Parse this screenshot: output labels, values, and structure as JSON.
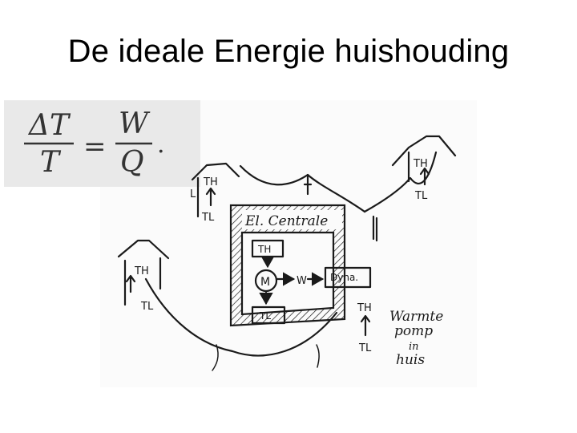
{
  "slide": {
    "title": "De ideale Energie huishouding"
  },
  "formula": {
    "num_left": "ΔT",
    "den_left": "T",
    "equals": "=",
    "num_right": "W",
    "den_right": "Q",
    "period": "."
  },
  "labels": {
    "plant": "El. Centrale",
    "th": "TH",
    "tl": "TL",
    "motor": "M",
    "work": "W",
    "dynamo": "Dyna.",
    "house_left_l": "L",
    "heatpump_line1": "Warmte",
    "heatpump_line2": "pomp",
    "heatpump_line3": "in",
    "heatpump_line4": "huis"
  }
}
